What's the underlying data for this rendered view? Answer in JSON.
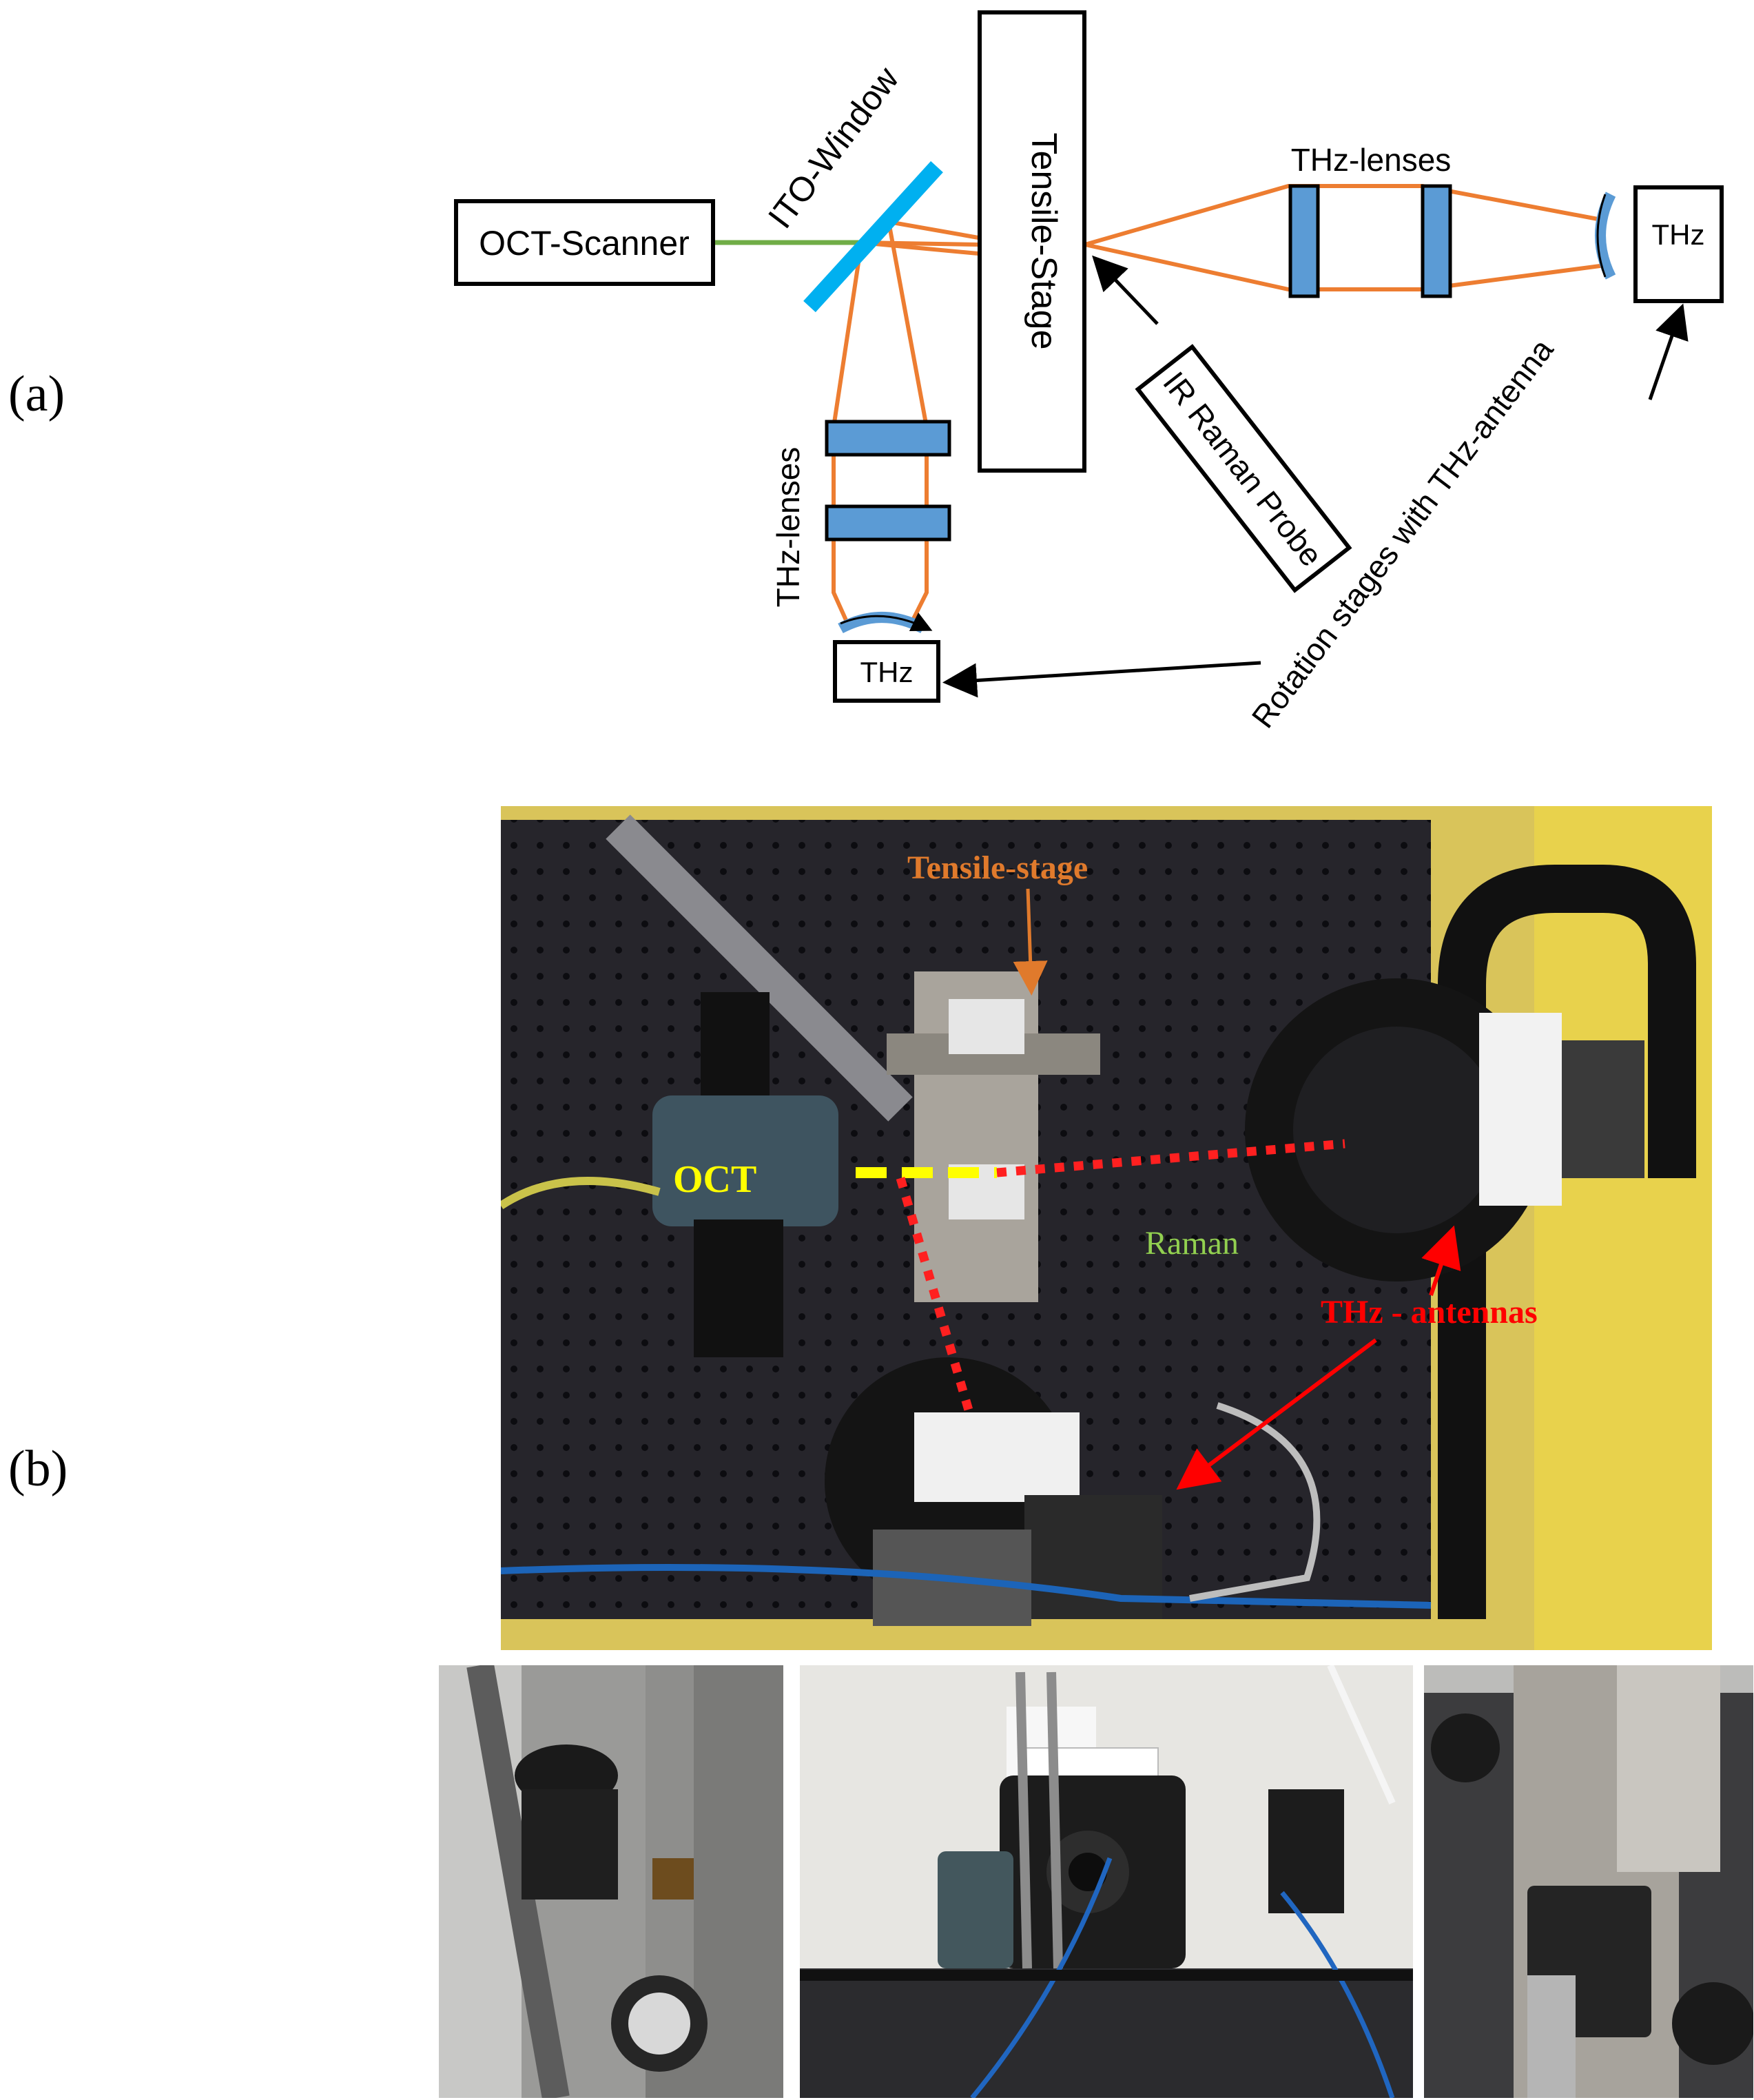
{
  "panel_labels": {
    "a": "(a)",
    "b": "(b)"
  },
  "diagram": {
    "oct_scanner": "OCT-Scanner",
    "ito_window": "ITO-Window",
    "tensile_stage": "Tensile-Stage",
    "thz_lenses_right": "THz-lenses",
    "thz_lenses_bottom": "THz-lenses",
    "thz_right": "THz",
    "thz_bottom": "THz",
    "ir_raman_probe": "IR Raman Probe",
    "rotation_stages": "Rotation stages with THz-antenna"
  },
  "photo_main": {
    "tensile_stage": "Tensile-stage",
    "oct": "OCT",
    "raman": "Raman",
    "thz_antennas": "THz - antennas"
  },
  "colors": {
    "beam_orange": "#ed7d31",
    "beam_green": "#70ad47",
    "ito_blue": "#00b0f0",
    "lens_blue": "#5b9bd5",
    "label_orange": "#e07a2c",
    "label_yellow": "#ffff00",
    "label_green": "#92d050",
    "label_red": "#ff0000"
  }
}
